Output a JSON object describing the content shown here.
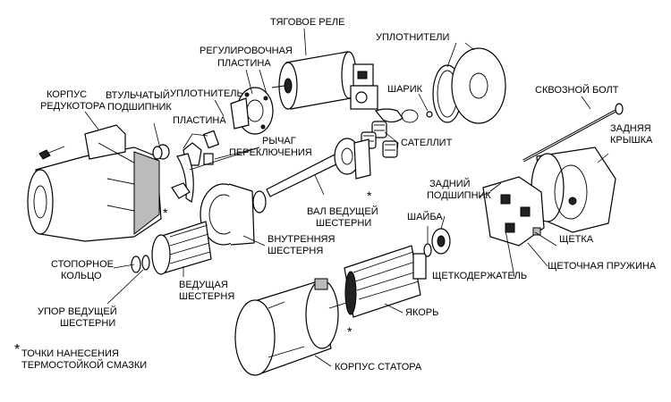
{
  "labels": {
    "solenoid": "ТЯГОВОЕ РЕЛЕ",
    "seals_top": "УПЛОТНИТЕЛИ",
    "adjusting_plate_1": "РЕГУЛИРОВОЧНАЯ",
    "adjusting_plate_2": "ПЛАСТИНА",
    "ball": "ШАРИК",
    "gear_housing_1": "КОРПУС",
    "gear_housing_2": "РЕДУКОТОРА",
    "bushing_bearing_1": "ВТУЛЬЧАТЫЙ",
    "bushing_bearing_2": "ПОДШИПНИК",
    "seal": "УПЛОТНИТЕЛЬ",
    "plate": "ПЛАСТИНА",
    "through_bolt": "СКВОЗНОЙ БОЛТ",
    "lever_1": "РЫЧАГ",
    "lever_2": "ПЕРЕКЛЮЧЕНИЯ",
    "planet_gear": "САТЕЛЛИТ",
    "rear_cover_1": "ЗАДНЯЯ",
    "rear_cover_2": "КРЫШКА",
    "rear_bearing_1": "ЗАДНИЙ",
    "rear_bearing_2": "ПОДШИПНИК",
    "drive_shaft_1": "ВАЛ ВЕДУЩЕЙ",
    "drive_shaft_2": "ШЕСТЕРНИ",
    "washer": "ШАЙБА",
    "internal_gear_1": "ВНУТРЕННЯЯ",
    "internal_gear_2": "ШЕСТЕРНЯ",
    "brush": "ЩЕТКА",
    "snap_ring_1": "СТОПОРНОЕ",
    "snap_ring_2": "КОЛЬЦО",
    "brush_spring": "ЩЕТОЧНАЯ ПРУЖИНА",
    "brush_holder": "ЩЕТКОДЕРЖАТЕЛЬ",
    "drive_gear_1": "ВЕДУЩАЯ",
    "drive_gear_2": "ШЕСТЕРНЯ",
    "pinion_stop_1": "УПОР ВЕДУЩЕЙ",
    "pinion_stop_2": "ШЕСТЕРНИ",
    "armature": "ЯКОРЬ",
    "stator_housing": "КОРПУС СТАТОРА",
    "note_1": "ТОЧКИ НАНЕСЕНИЯ",
    "note_2": "ТЕРМОСТОЙКОЙ СМАЗКИ",
    "asterisk": "*"
  },
  "colors": {
    "ink": "#000000",
    "paper": "#ffffff",
    "shade": "#bbbbbb"
  }
}
